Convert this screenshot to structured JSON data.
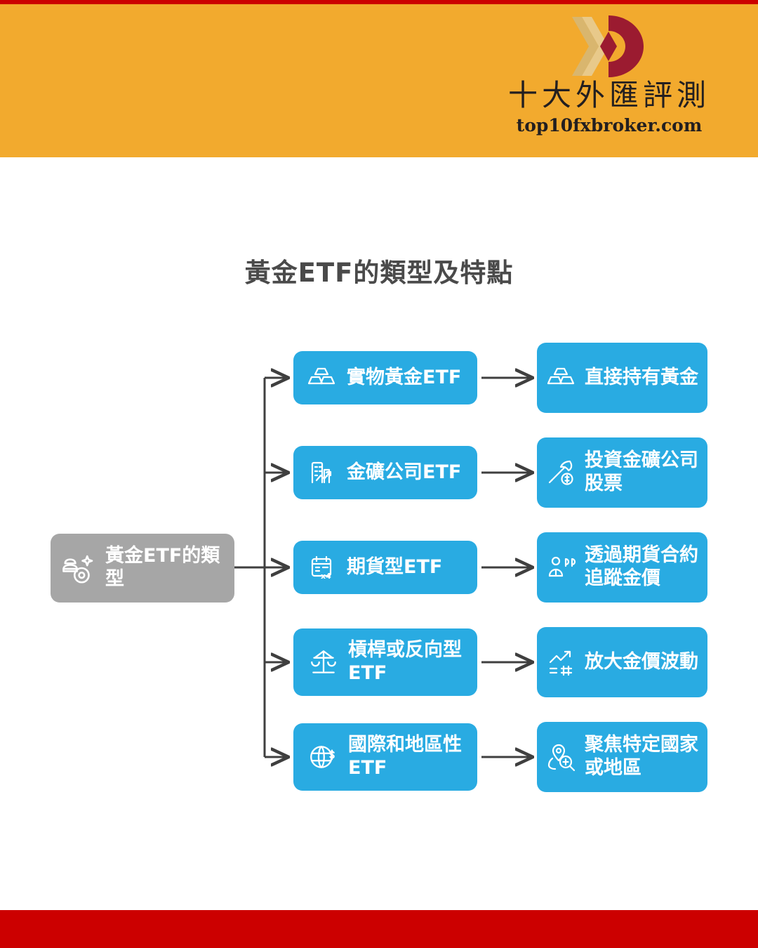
{
  "brand": {
    "name_cn": "十大外匯評測",
    "url": "top10fxbroker.com",
    "logo_icon": "chevron-diamond-logo-icon"
  },
  "colors": {
    "header_bg": "#f2aa2e",
    "accent_red": "#cc0000",
    "node_blue": "#29abe2",
    "root_gray": "#a6a6a6",
    "title_gray": "#4a4a4a",
    "connector": "#3f3f3f",
    "page_bg": "#ffffff"
  },
  "chart_data": {
    "type": "diagram",
    "title": "黃金ETF的類型及特點",
    "root": {
      "label": "黃金ETF的類型",
      "icon": "gold-coins-sparkle-icon"
    },
    "branches": [
      {
        "type_label": "實物黃金ETF",
        "type_icon": "gold-bars-icon",
        "feature_label": "直接持有黃金",
        "feature_icon": "gold-bars-icon"
      },
      {
        "type_label": "金礦公司ETF",
        "type_icon": "mining-company-growth-icon",
        "feature_label": "投資金礦公司股票",
        "feature_icon": "pickaxe-coin-icon"
      },
      {
        "type_label": "期貨型ETF",
        "type_icon": "futures-calendar-x4-icon",
        "feature_label": "透過期貨合約追蹤金價",
        "feature_icon": "futures-contract-tracking-icon"
      },
      {
        "type_label": "槓桿或反向型ETF",
        "type_icon": "leverage-scales-icon",
        "feature_label": "放大金價波動",
        "feature_icon": "amplified-chart-icon"
      },
      {
        "type_label": "國際和地區性ETF",
        "type_icon": "globe-currency-icon",
        "feature_label": "聚焦特定國家或地區",
        "feature_icon": "location-search-icon"
      }
    ]
  }
}
